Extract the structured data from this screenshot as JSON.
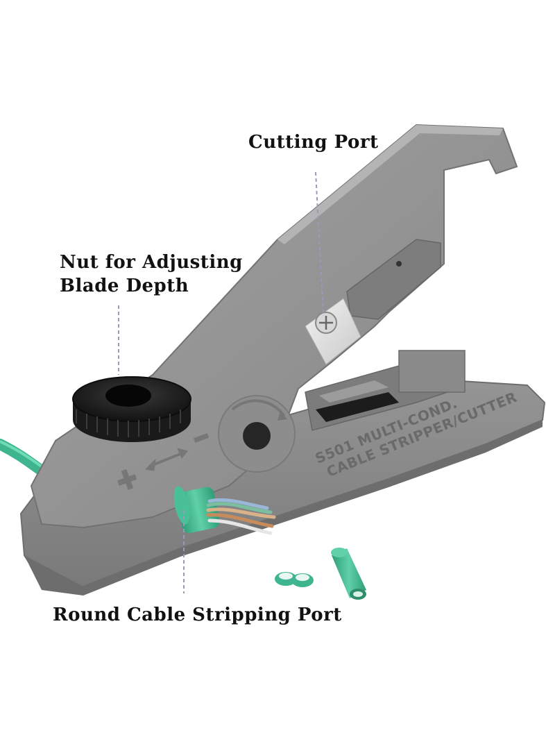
{
  "callouts": {
    "cutting_port": "Cutting Port",
    "nut_line1": "Nut for Adjusting",
    "nut_line2": "Blade Depth",
    "round_cable": "Round Cable Stripping Port"
  },
  "tool_print": {
    "line1": "S501 MULTI-COND.",
    "line2": "CABLE STRIPPER/CUTTER"
  },
  "colors": {
    "tool_body": "#8f8f8f",
    "tool_shadow": "#6f6f6f",
    "tool_highlight": "#a3a3a3",
    "knob": "#1e1e1e",
    "cable_green": "#3fb58f",
    "leader_line": "#9a9ab8",
    "label_text": "#111111"
  },
  "icons": {
    "arrows_adjust": "plus-minus-arrow-icon",
    "rotate": "rotate-arrow-icon",
    "screw": "screw-icon"
  }
}
